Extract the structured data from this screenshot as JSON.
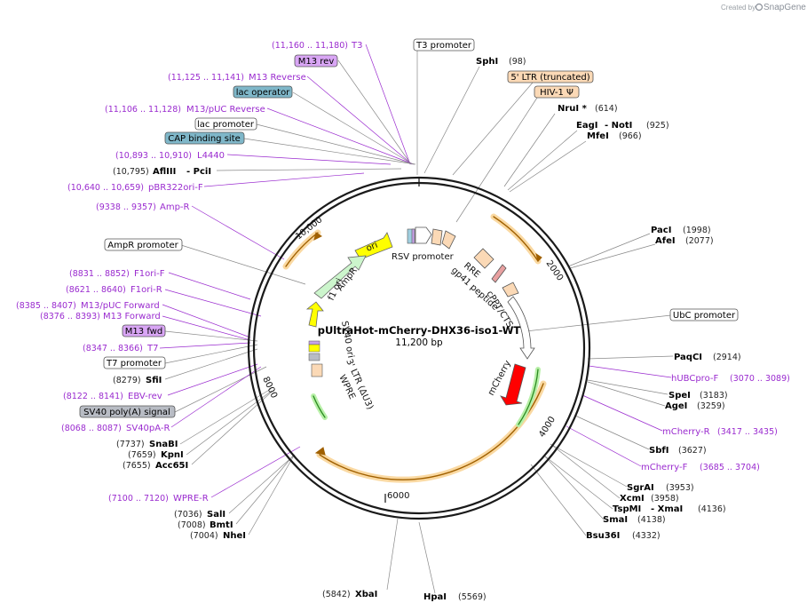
{
  "credit": {
    "created_by": "Created by",
    "brand": "SnapGene"
  },
  "plasmid": {
    "name": "pUltraHot-mCherry-DHX36-iso1-WT",
    "size": "11,200 bp"
  },
  "colors": {
    "primer": "#9a2bcf",
    "feature_orange": "#f5a623",
    "ori": "#ffff00",
    "ampr": "#ccf5cc",
    "mcherry": "#ff0000",
    "ltr": "#fbd9b6",
    "lac": "#7fb7c9",
    "m13": "#d9a6f5",
    "sv40": "#b8bcc4"
  },
  "ticks": [
    "2000",
    "4000",
    "6000",
    "8000",
    "10,000"
  ],
  "enzymes": [
    {
      "name": "SphI",
      "pos": "(98)"
    },
    {
      "name": "NruI *",
      "pos": "(614)"
    },
    {
      "name": "EagI",
      "name2": "- NotI",
      "pos": "(925)"
    },
    {
      "name": "MfeI",
      "pos": "(966)"
    },
    {
      "name": "PacI",
      "pos": "(1998)"
    },
    {
      "name": "AfeI",
      "pos": "(2077)"
    },
    {
      "name": "PaqCI",
      "pos": "(2914)"
    },
    {
      "name": "SpeI",
      "pos": "(3183)"
    },
    {
      "name": "AgeI",
      "pos": "(3259)"
    },
    {
      "name": "SbfI",
      "pos": "(3627)"
    },
    {
      "name": "SgrAI",
      "pos": "(3953)"
    },
    {
      "name": "XcmI",
      "pos": "(3958)"
    },
    {
      "name": "TspMI",
      "name2": "- XmaI",
      "pos": "(4136)"
    },
    {
      "name": "SmaI",
      "pos": "(4138)"
    },
    {
      "name": "Bsu36I",
      "pos": "(4332)"
    },
    {
      "name": "HpaI",
      "pos": "(5569)"
    },
    {
      "name": "XbaI",
      "pos": "(5842)"
    },
    {
      "name": "NheI",
      "pos": "(7004)"
    },
    {
      "name": "BmtI",
      "pos": "(7008)"
    },
    {
      "name": "SalI",
      "pos": "(7036)"
    },
    {
      "name": "Acc65I",
      "pos": "(7655)"
    },
    {
      "name": "KpnI",
      "pos": "(7659)"
    },
    {
      "name": "SnaBI",
      "pos": "(7737)"
    },
    {
      "name": "SfiI",
      "pos": "(8279)"
    },
    {
      "name": "AflIII",
      "name2": "- PciI",
      "pos": "(10,795)"
    }
  ],
  "primers": [
    {
      "name": "T3",
      "pos": "(11,160 .. 11,180)"
    },
    {
      "name": "M13 Reverse",
      "pos": "(11,125 .. 11,141)"
    },
    {
      "name": "M13/pUC Reverse",
      "pos": "(11,106 .. 11,128)"
    },
    {
      "name": "L4440",
      "pos": "(10,893 .. 10,910)"
    },
    {
      "name": "pBR322ori-F",
      "pos": "(10,640 .. 10,659)"
    },
    {
      "name": "Amp-R",
      "pos": "(9338 .. 9357)"
    },
    {
      "name": "F1ori-F",
      "pos": "(8831 .. 8852)"
    },
    {
      "name": "F1ori-R",
      "pos": "(8621 .. 8640)"
    },
    {
      "name": "M13/pUC Forward",
      "pos": "(8385 .. 8407)"
    },
    {
      "name": "M13 Forward",
      "pos": "(8376 .. 8393)"
    },
    {
      "name": "T7",
      "pos": "(8347 .. 8366)"
    },
    {
      "name": "EBV-rev",
      "pos": "(8122 .. 8141)"
    },
    {
      "name": "SV40pA-R",
      "pos": "(8068 .. 8087)"
    },
    {
      "name": "WPRE-R",
      "pos": "(7100 .. 7120)"
    },
    {
      "name": "hUBCpro-F",
      "pos": "(3070 .. 3089)"
    },
    {
      "name": "mCherry-R",
      "pos": "(3417 .. 3435)"
    },
    {
      "name": "mCherry-F",
      "pos": "(3685 .. 3704)"
    }
  ],
  "boxes": [
    {
      "name": "T3 promoter"
    },
    {
      "name": "M13 rev"
    },
    {
      "name": "5' LTR (truncated)"
    },
    {
      "name": "HIV-1 Ψ"
    },
    {
      "name": "lac operator"
    },
    {
      "name": "lac promoter"
    },
    {
      "name": "CAP binding site"
    },
    {
      "name": "AmpR promoter"
    },
    {
      "name": "UbC promoter"
    },
    {
      "name": "M13 fwd"
    },
    {
      "name": "T7 promoter"
    },
    {
      "name": "SV40 poly(A) signal"
    }
  ],
  "features": {
    "ori": "ori",
    "ampr": "AmpR",
    "f1ori": "f1 ori",
    "sv40ori": "SV40 ori",
    "rsv": "RSV promoter",
    "rre": "RRE",
    "gp41": "gp41 peptide",
    "cppt": "cPPT/CTS",
    "mcherry": "mCherry",
    "ltr3": "3' LTR (ΔU3)",
    "wpre": "WPRE"
  }
}
